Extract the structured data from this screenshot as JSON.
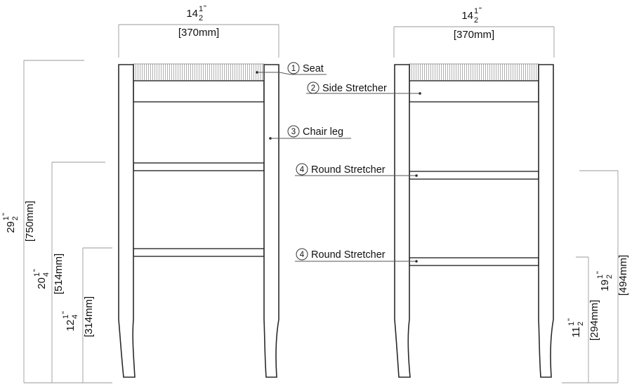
{
  "top_dims": [
    {
      "whole": "14",
      "num": "1",
      "den": "2",
      "mm": "[370mm]"
    },
    {
      "whole": "14",
      "num": "1",
      "den": "2",
      "mm": "[370mm]"
    }
  ],
  "left_dims": [
    {
      "whole": "29",
      "num": "1",
      "den": "2",
      "mm": "[750mm]"
    },
    {
      "whole": "20",
      "num": "1",
      "den": "4",
      "mm": "[514mm]"
    },
    {
      "whole": "12",
      "num": "1",
      "den": "4",
      "mm": "[314mm]"
    }
  ],
  "right_dims": [
    {
      "whole": "11",
      "num": "1",
      "den": "2",
      "mm": "[294mm]"
    },
    {
      "whole": "19",
      "num": "1",
      "den": "2",
      "mm": "[494mm]"
    }
  ],
  "callouts": [
    {
      "num": "1",
      "text": "Seat"
    },
    {
      "num": "2",
      "text": "Side Stretcher"
    },
    {
      "num": "3",
      "text": "Chair leg"
    },
    {
      "num": "4",
      "text": "Round Stretcher"
    },
    {
      "num": "4",
      "text": "Round Stretcher"
    }
  ],
  "colors": {
    "line": "#2a2a2a",
    "dimension": "#9a9a9a"
  }
}
